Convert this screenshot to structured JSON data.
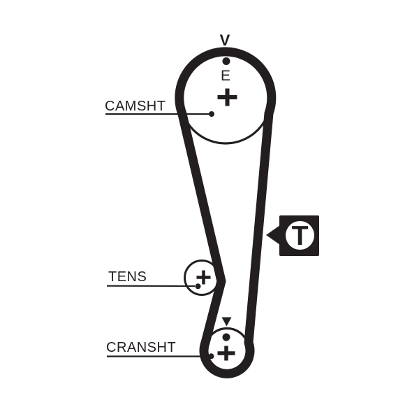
{
  "diagram": {
    "type": "timing-belt-routing-diagram",
    "colors": {
      "ink": "#231f20",
      "background": "#ffffff"
    },
    "camshaft": {
      "label": "CAMSHT",
      "top_marker": "V",
      "inner_marker": "E"
    },
    "tensioner": {
      "label": "TENS"
    },
    "crankshaft": {
      "label": "CRANSHT"
    },
    "tension_marker": {
      "letter": "T"
    }
  }
}
